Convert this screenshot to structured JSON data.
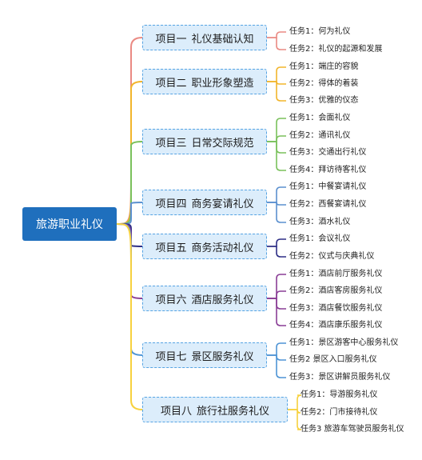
{
  "root": {
    "label": "旅游职业礼仪"
  },
  "branches": [
    {
      "num": "项目一",
      "title": "礼仪基础认知",
      "color": "#ea8a83",
      "tasks": [
        "任务1：何为礼仪",
        "任务2：礼仪的起源和发展"
      ]
    },
    {
      "num": "项目二",
      "title": "职业形象塑造",
      "color": "#f2b52c",
      "tasks": [
        "任务1：端庄的容貌",
        "任务2：得体的着装",
        "任务3：优雅的仪态"
      ]
    },
    {
      "num": "项目三",
      "title": "日常交际规范",
      "color": "#7ac15c",
      "tasks": [
        "任务1：会面礼仪",
        "任务2：通讯礼仪",
        "任务3：交通出行礼仪",
        "任务4：拜访待客礼仪"
      ]
    },
    {
      "num": "项目四",
      "title": "商务宴请礼仪",
      "color": "#5b90cf",
      "tasks": [
        "任务1：中餐宴请礼仪",
        "任务2：西餐宴请礼仪",
        "任务3：酒水礼仪"
      ]
    },
    {
      "num": "项目五",
      "title": "商务活动礼仪",
      "color": "#2e2f86",
      "tasks": [
        "任务1：会议礼仪",
        "任务2：仪式与庆典礼仪"
      ]
    },
    {
      "num": "项目六",
      "title": "酒店服务礼仪",
      "color": "#8a3e96",
      "tasks": [
        "任务1：酒店前厅服务礼仪",
        "任务2：酒店客房服务礼仪",
        "任务3：酒店餐饮服务礼仪",
        "任务4：酒店康乐服务礼仪"
      ]
    },
    {
      "num": "项目七",
      "title": "景区服务礼仪",
      "color": "#4e94d5",
      "tasks": [
        "任务1：景区游客中心服务礼仪",
        "任务2 景区入口服务礼仪",
        "任务3：景区讲解员服务礼仪"
      ]
    },
    {
      "num": "项目八",
      "title": "旅行社服务礼仪",
      "color": "#f7d13e",
      "tasks": [
        "任务1：导游服务礼仪",
        "任务2：门市接待礼仪",
        "任务3 旅游车驾驶员服务礼仪"
      ]
    }
  ]
}
